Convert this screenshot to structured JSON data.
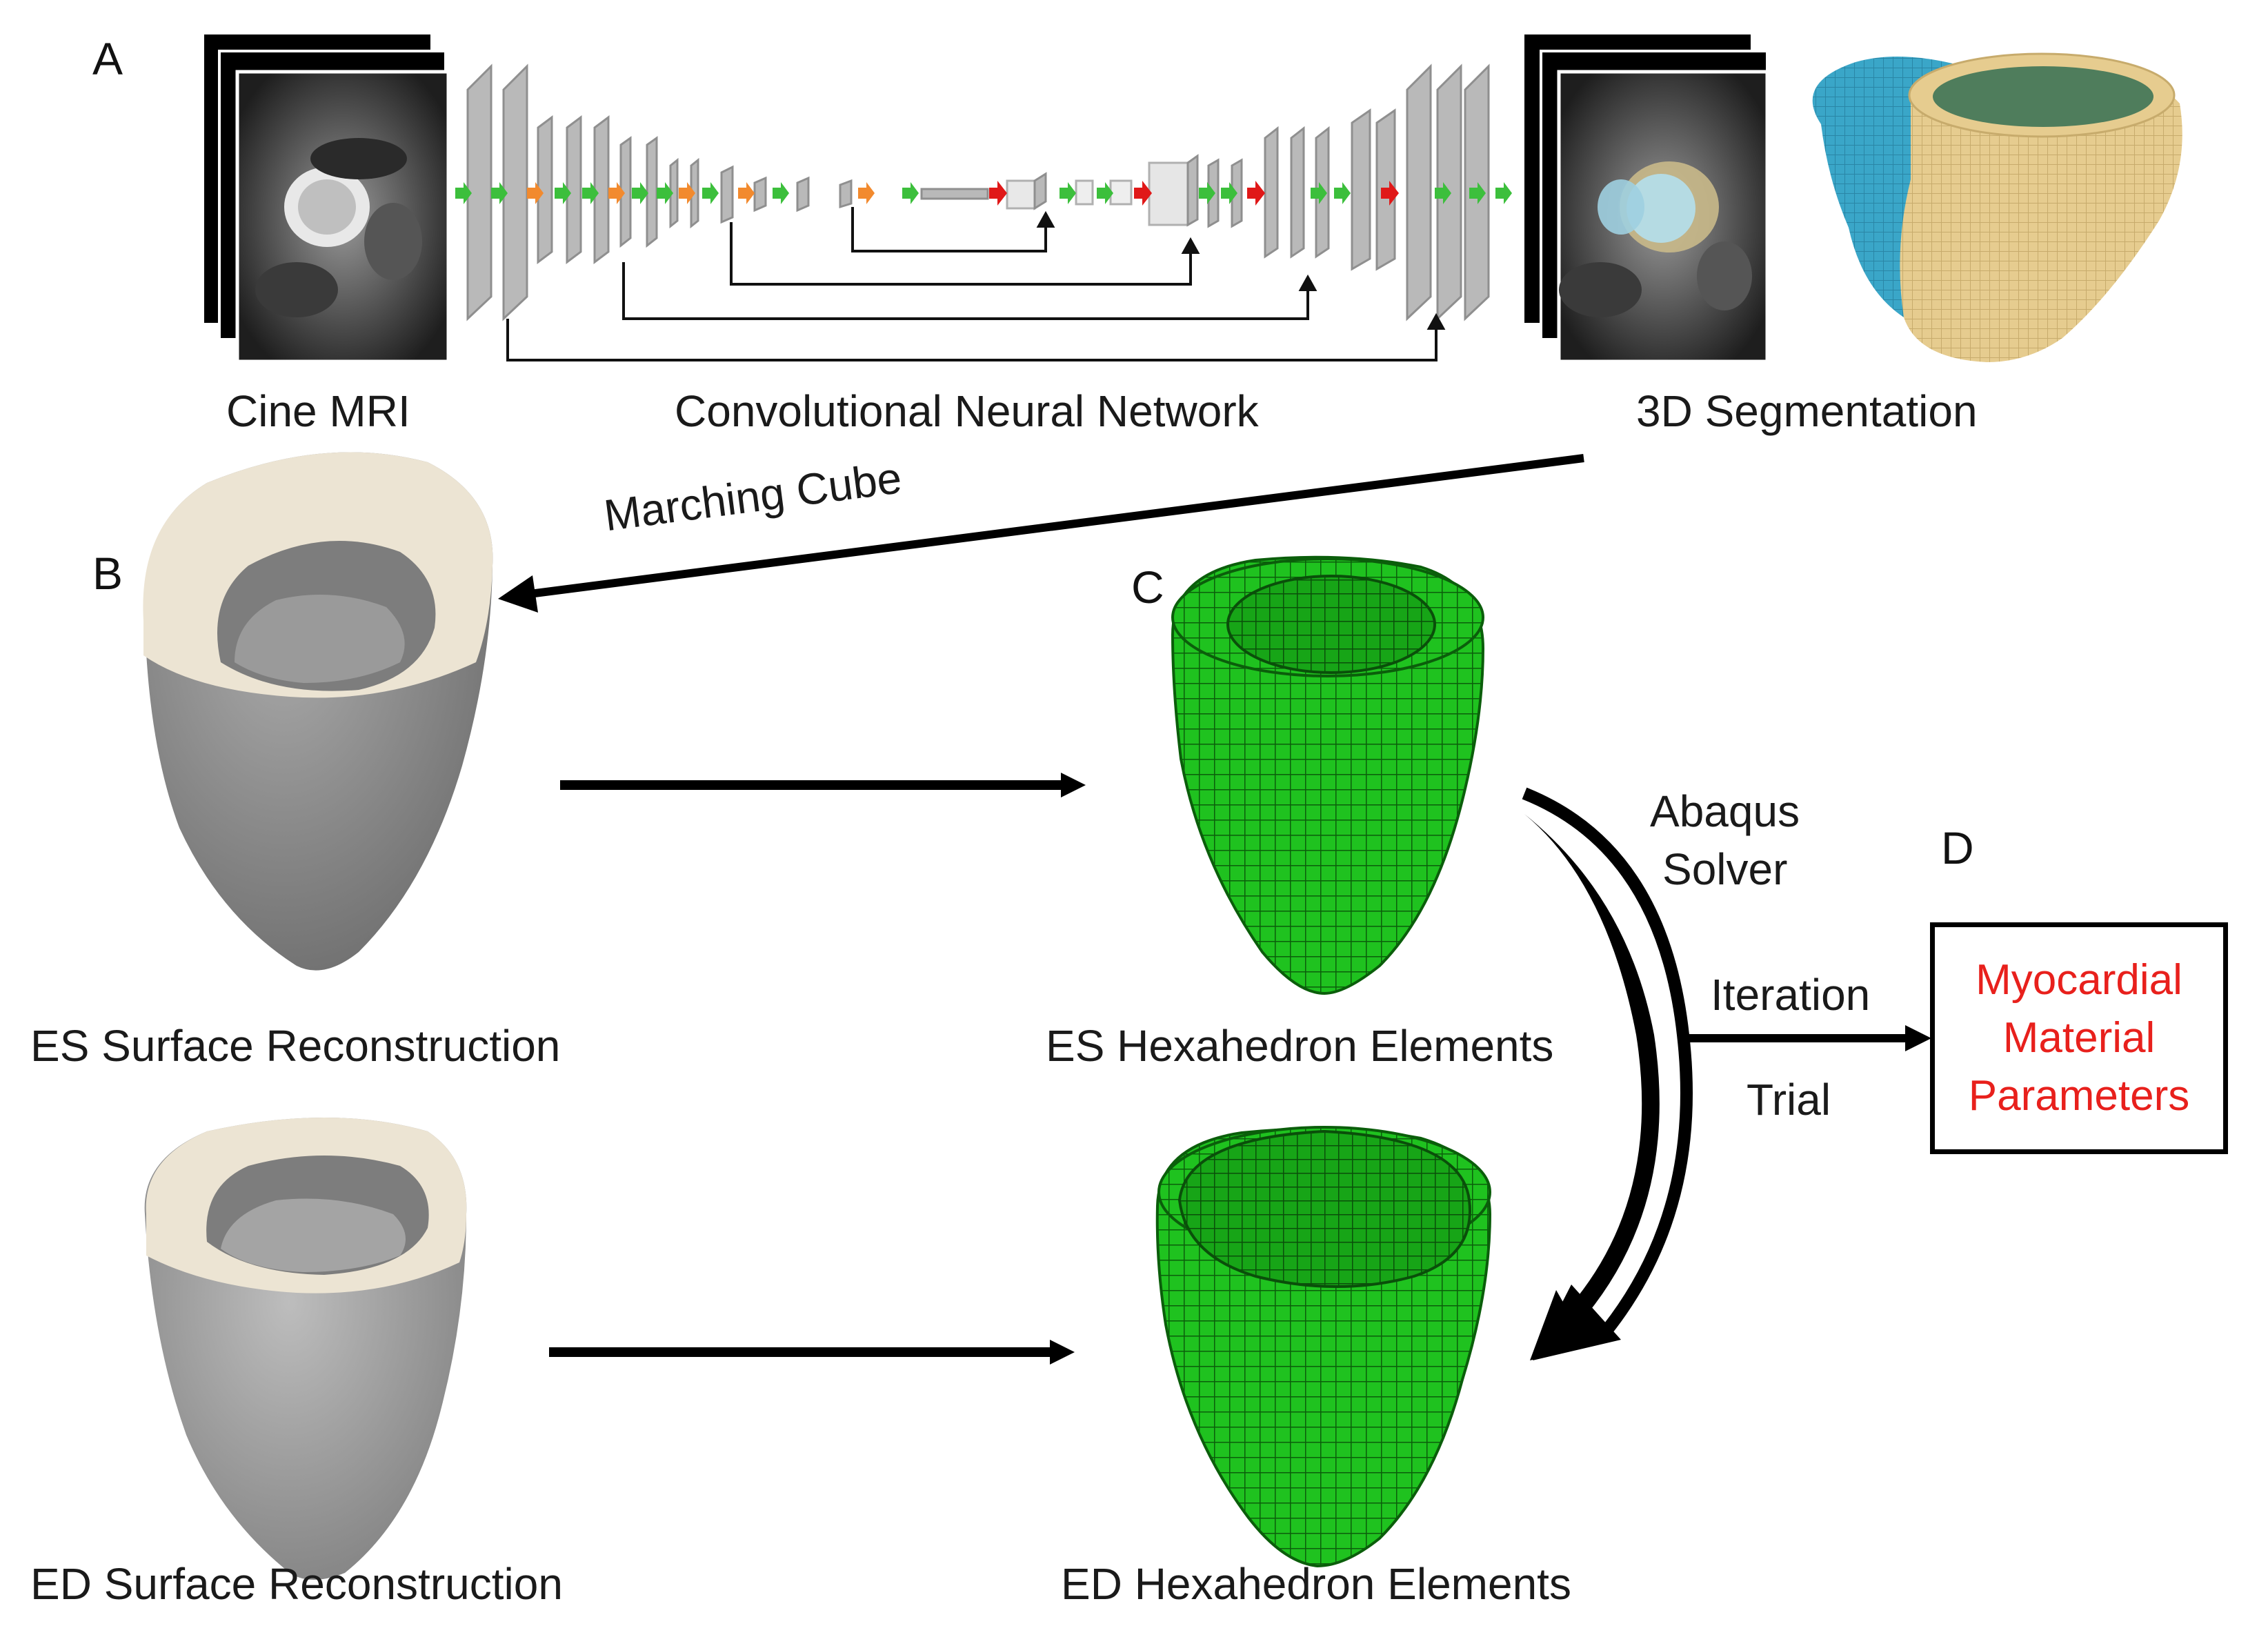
{
  "panels": {
    "a": "A",
    "b": "B",
    "c": "C",
    "d": "D"
  },
  "labels": {
    "cine_mri": "Cine MRI",
    "cnn": "Convolutional Neural Network",
    "segmentation": "3D Segmentation",
    "marching_cube": "Marching Cube",
    "es_surface": "ES Surface Reconstruction",
    "ed_surface": "ED Surface Reconstruction",
    "es_hex": "ES Hexahedron Elements",
    "ed_hex": "ED Hexahedron Elements",
    "abaqus_line1": "Abaqus",
    "abaqus_line2": "Solver",
    "iteration": "Iteration",
    "trial": "Trial"
  },
  "result": {
    "lines": [
      "Myocardial",
      "Material",
      "Parameters"
    ],
    "color": "#e8201c"
  },
  "colors": {
    "mesh_green": "#1fc21f",
    "surface_gray": "#8a8a8a",
    "rim_cream": "#ece4d3",
    "seg_blue": "#3aa6c8",
    "seg_tan": "#e6cc8f",
    "seg_cap": "#4f7d5c",
    "layer_gray": "#b9b9b9",
    "conv_arrow": "#3cbf3c",
    "pool_arrow": "#f28a2e",
    "up_arrow": "#e01818"
  }
}
